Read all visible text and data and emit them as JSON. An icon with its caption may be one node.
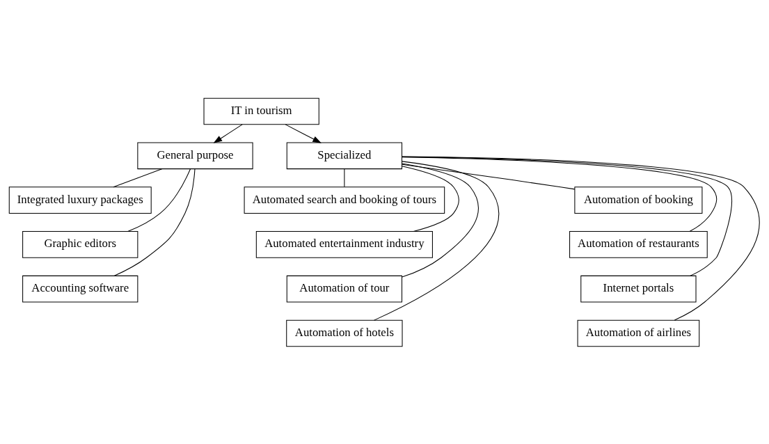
{
  "diagram": {
    "nodes": [
      {
        "text": [
          "IT in tourism"
        ]
      },
      {
        "text": [
          "General purpose"
        ]
      },
      {
        "text": [
          "Specialized"
        ]
      },
      {
        "text": [
          "Integrated luxury packages"
        ]
      },
      {
        "text": [
          "Graphic editors"
        ]
      },
      {
        "text": [
          "Accounting software"
        ]
      },
      {
        "text": [
          "Automated search and booking of tours"
        ]
      },
      {
        "text": [
          "Automated entertainment industry"
        ]
      },
      {
        "text": [
          "Automation of tour"
        ]
      },
      {
        "text": [
          "Automation of hotels"
        ]
      },
      {
        "text": [
          "Automation of booking"
        ]
      },
      {
        "text": [
          "Automation of restaurants"
        ]
      },
      {
        "text": [
          "Internet portals"
        ]
      },
      {
        "text": [
          "Automation of airlines"
        ]
      }
    ],
    "edges": [
      {
        "from": 0,
        "to": 1,
        "arrow": "to"
      },
      {
        "from": 0,
        "to": 2,
        "arrow": "to"
      },
      {
        "from": 1,
        "to": 3,
        "arrow": "none"
      },
      {
        "from": 1,
        "to": 4,
        "arrow": "none"
      },
      {
        "from": 1,
        "to": 5,
        "arrow": "none"
      },
      {
        "from": 2,
        "to": 6,
        "arrow": "none"
      },
      {
        "from": 2,
        "to": 7,
        "arrow": "none"
      },
      {
        "from": 2,
        "to": 8,
        "arrow": "none"
      },
      {
        "from": 2,
        "to": 9,
        "arrow": "none"
      },
      {
        "from": 2,
        "to": 10,
        "arrow": "none"
      },
      {
        "from": 2,
        "to": 11,
        "arrow": "none"
      },
      {
        "from": 2,
        "to": 12,
        "arrow": "none"
      },
      {
        "from": 2,
        "to": 13,
        "arrow": "none"
      }
    ]
  }
}
